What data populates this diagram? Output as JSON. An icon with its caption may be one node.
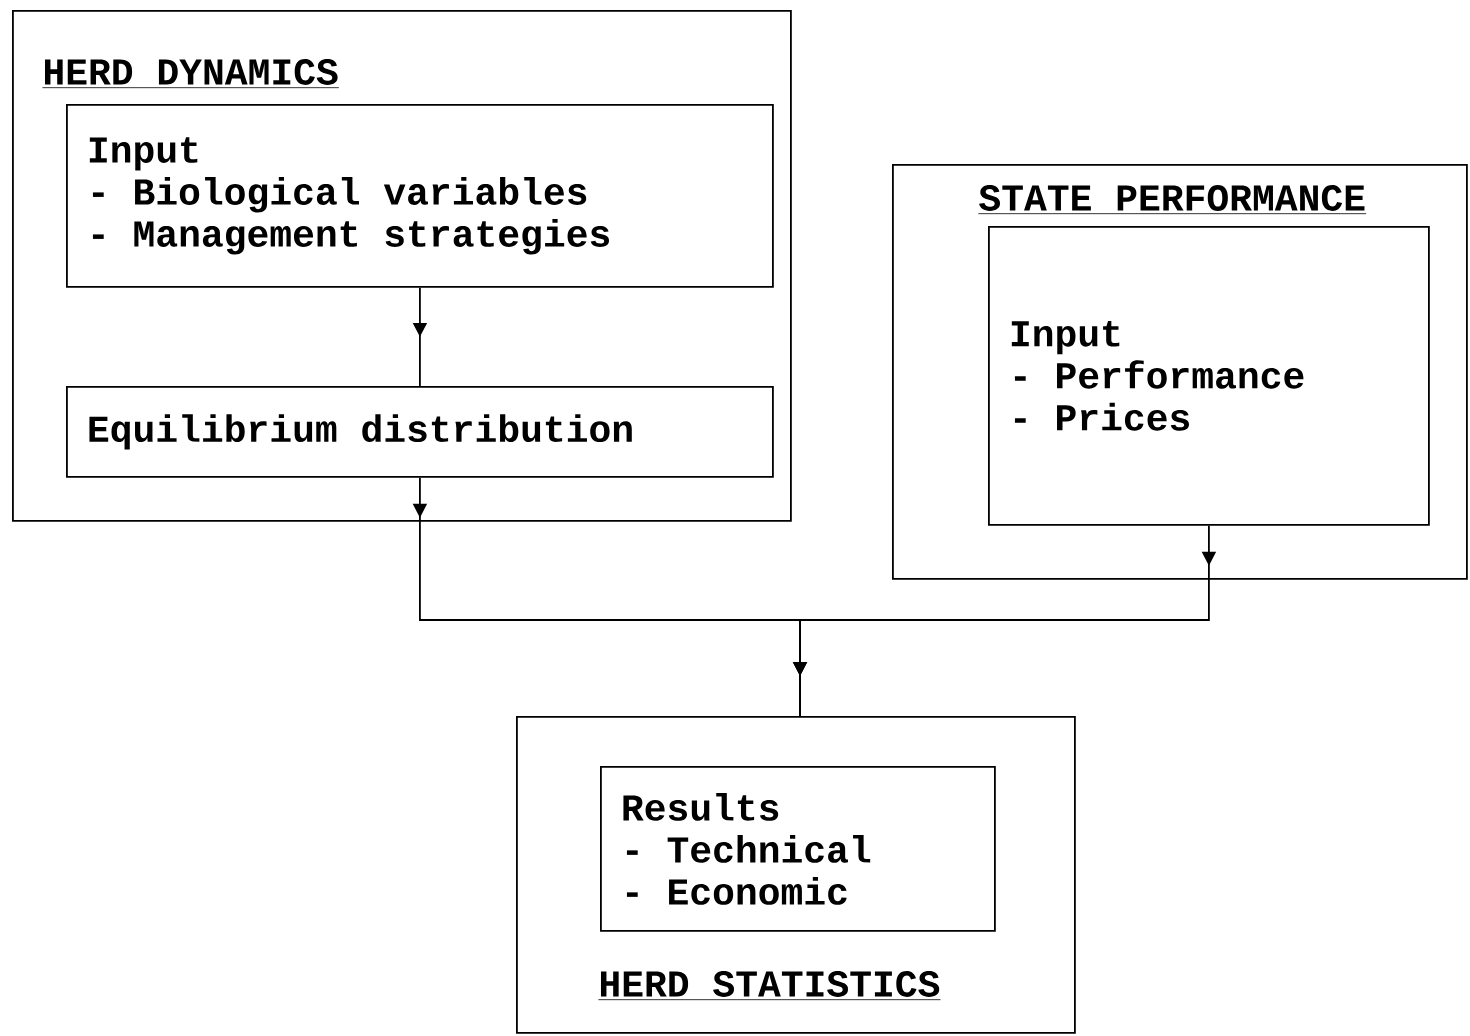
{
  "diagram": {
    "nodes": [
      {
        "text": [
          "HERD DYNAMICS"
        ]
      },
      {
        "text": [
          "Input",
          "- Biological variables",
          "- Management strategies"
        ],
        "in": 0
      },
      {
        "text": [
          "Equilibrium distribution"
        ],
        "in": 0
      },
      {
        "text": [
          "STATE PERFORMANCE"
        ]
      },
      {
        "text": [
          "Input",
          "- Performance",
          "- Prices"
        ],
        "in": 3
      },
      {
        "text": [
          "HERD STATISTICS"
        ]
      },
      {
        "text": [
          "Results",
          "- Technical",
          "- Economic"
        ],
        "in": 5
      }
    ],
    "edges": [
      {
        "from": 1,
        "to": 2,
        "arrow": "to"
      },
      {
        "from": 2,
        "to": 5,
        "arrow": "to"
      },
      {
        "from": 4,
        "to": 5,
        "arrow": "to"
      }
    ]
  }
}
